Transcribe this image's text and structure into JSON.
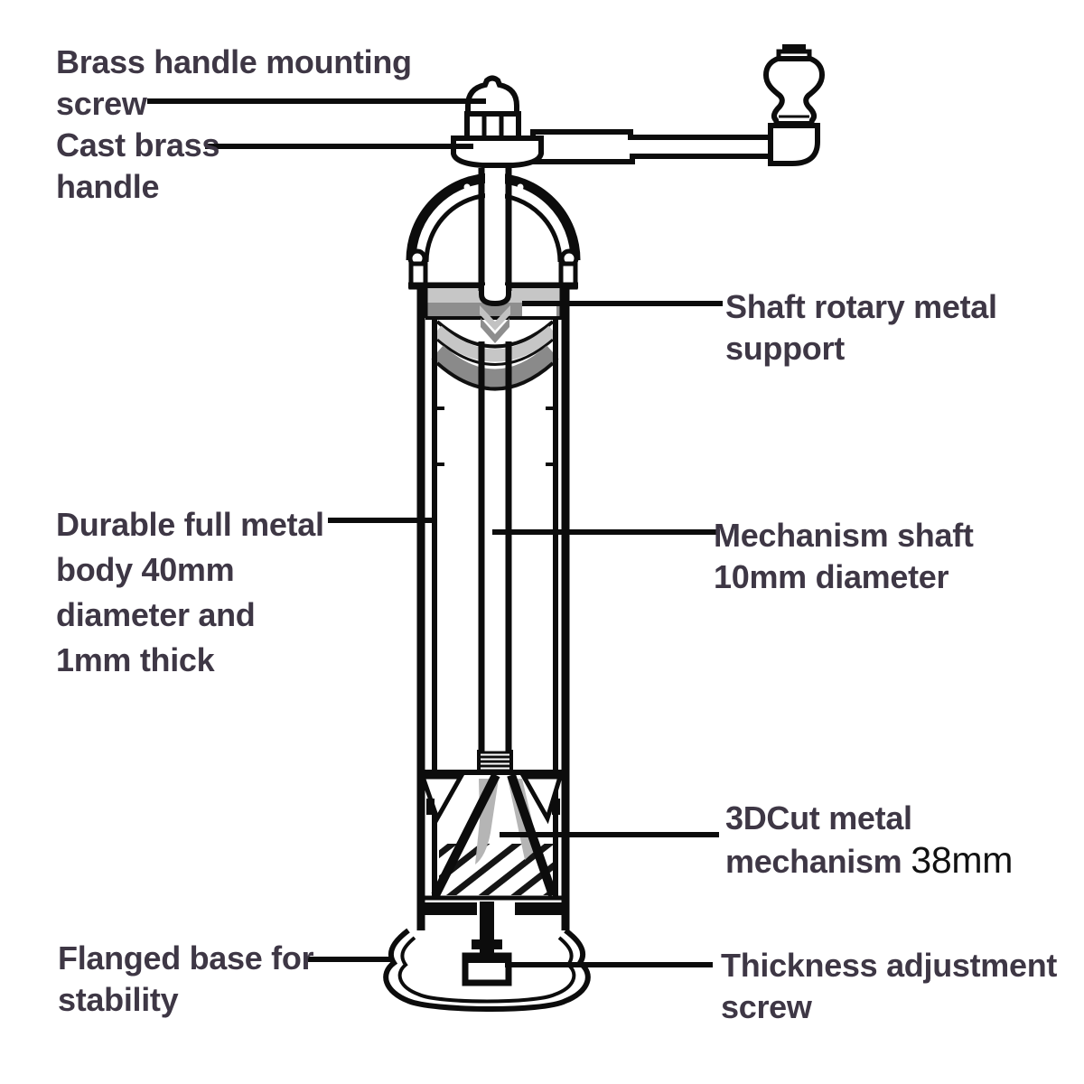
{
  "figure": {
    "kind": "annotated technical diagram",
    "subject": "manual pepper mill cross-section"
  },
  "annotations": {
    "mounting_screw": {
      "line1": "Brass handle mounting",
      "line2": "screw"
    },
    "cast_handle": {
      "line1": "Cast brass",
      "line2": "handle"
    },
    "shaft_support": {
      "line1": "Shaft rotary metal",
      "line2": "support"
    },
    "body": {
      "line1": "Durable full metal",
      "line2": "body 40mm",
      "line3": "diameter and",
      "line4": "1mm thick"
    },
    "mechanism_shaft": {
      "line1": "Mechanism shaft",
      "line2": "10mm diameter"
    },
    "mechanism": {
      "line1": "3DCut metal",
      "line2": "mechanism",
      "size": "38mm"
    },
    "base": {
      "line1": "Flanged base for",
      "line2": "stability"
    },
    "adjustment_screw": {
      "line1": "Thickness adjustment",
      "line2": "screw"
    }
  },
  "colors": {
    "background": "#ffffff",
    "line": "#0c0c0c",
    "label_text": "#3e3745",
    "size_note_text": "#111111",
    "metal_light": "#c6c6c6",
    "metal_mid": "#b2b2b2",
    "metal_dark": "#8e8e8e"
  }
}
